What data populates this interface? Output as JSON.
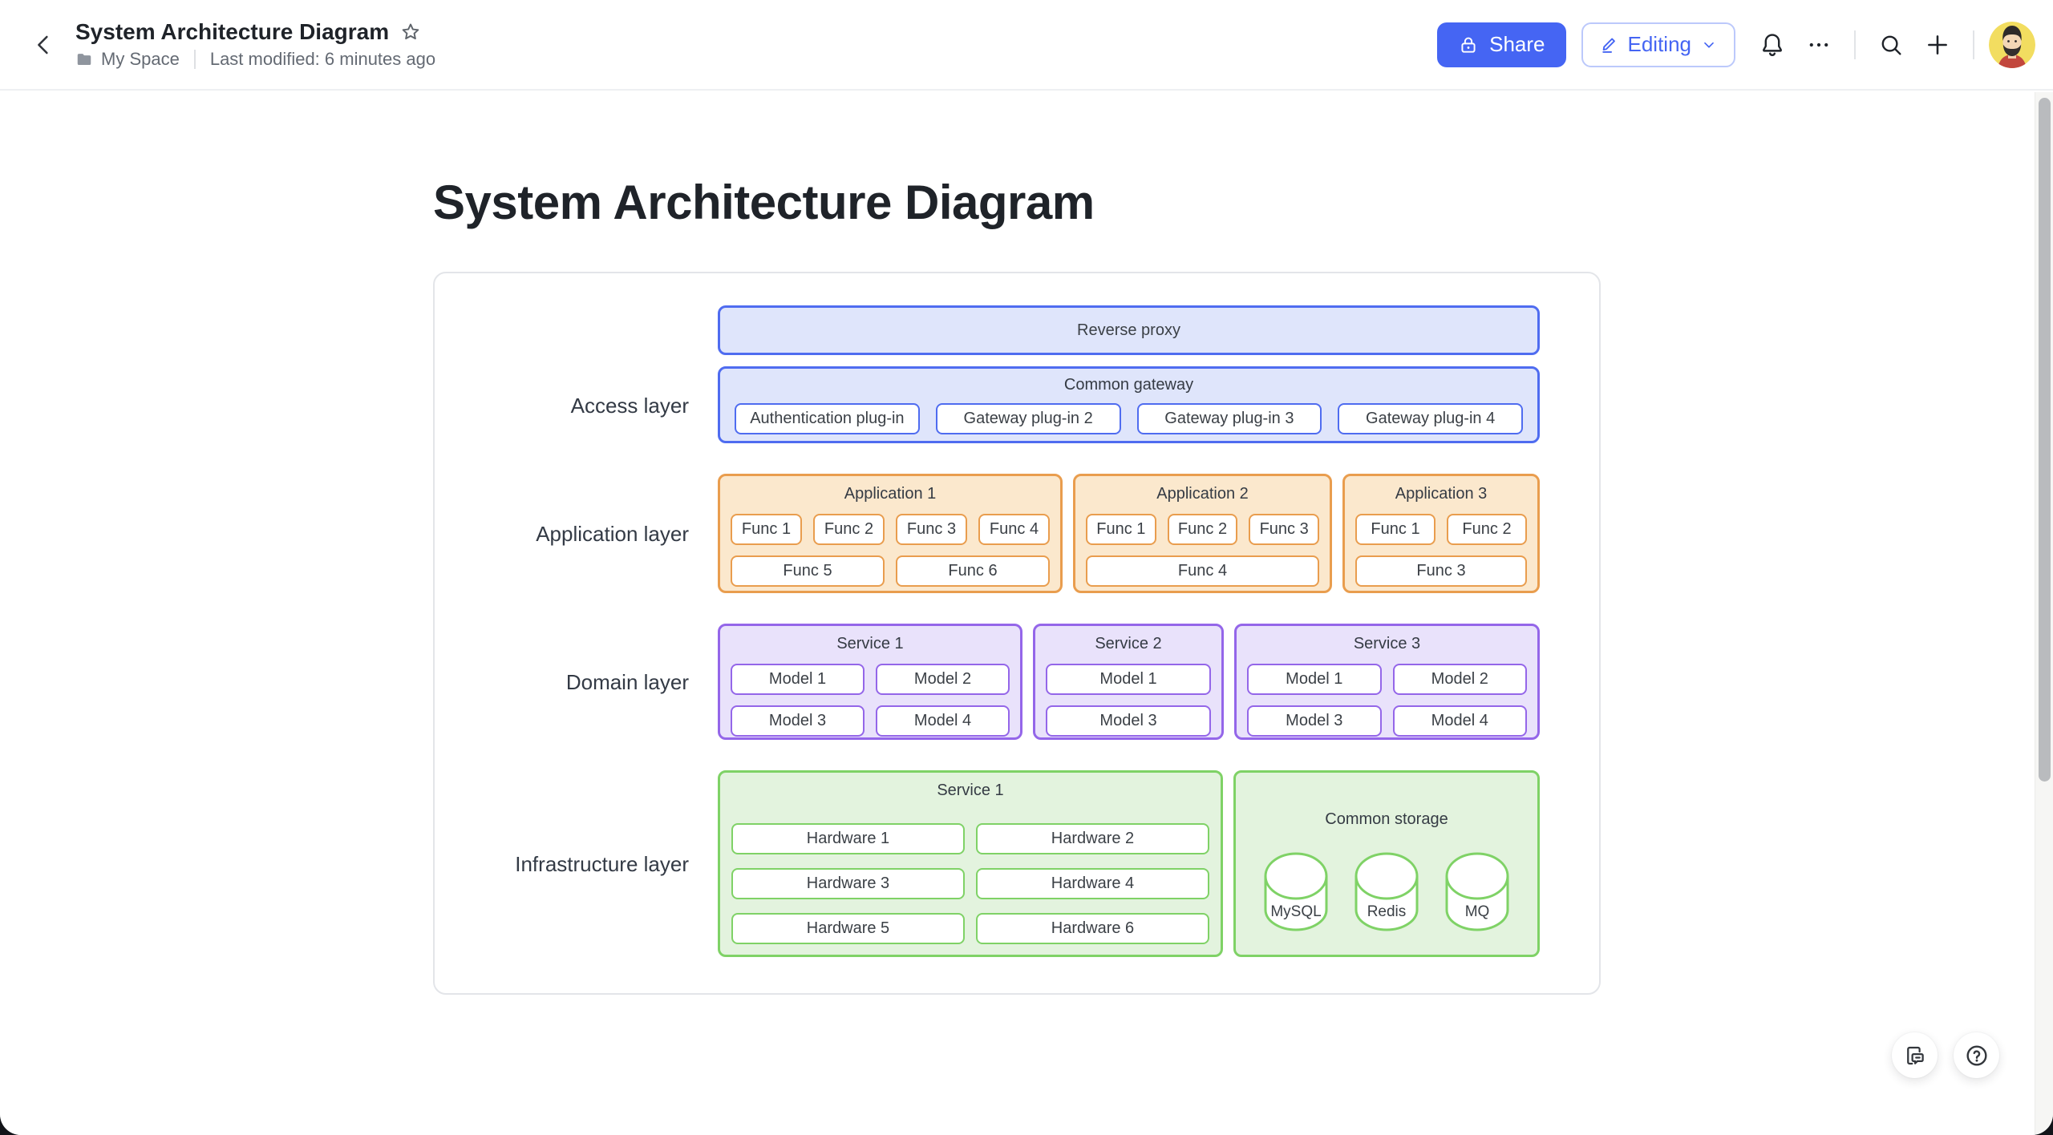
{
  "header": {
    "title": "System Architecture Diagram",
    "space": "My Space",
    "last_modified": "Last modified: 6 minutes ago",
    "share": "Share",
    "editing": "Editing"
  },
  "page": {
    "title": "System Architecture Diagram"
  },
  "diagram": {
    "access": {
      "label": "Access layer",
      "reverse_proxy": "Reverse proxy",
      "gateway_title": "Common gateway",
      "gateway_items": [
        "Authentication plug-in",
        "Gateway plug-in 2",
        "Gateway plug-in 3",
        "Gateway plug-in 4"
      ]
    },
    "application": {
      "label": "Application layer",
      "groups": [
        {
          "title": "Application 1",
          "row1": [
            "Func 1",
            "Func 2",
            "Func 3",
            "Func 4"
          ],
          "row2": [
            "Func 5",
            "Func 6"
          ]
        },
        {
          "title": "Application 2",
          "row1": [
            "Func 1",
            "Func 2",
            "Func 3"
          ],
          "row2": [
            "Func 4"
          ]
        },
        {
          "title": "Application 3",
          "row1": [
            "Func 1",
            "Func 2"
          ],
          "row2": [
            "Func 3"
          ]
        }
      ]
    },
    "domain": {
      "label": "Domain layer",
      "groups": [
        {
          "title": "Service 1",
          "row1": [
            "Model 1",
            "Model 2"
          ],
          "row2": [
            "Model 3",
            "Model 4"
          ]
        },
        {
          "title": "Service 2",
          "row1": [
            "Model 1"
          ],
          "row2": [
            "Model 3"
          ]
        },
        {
          "title": "Service 3",
          "row1": [
            "Model 1",
            "Model 2"
          ],
          "row2": [
            "Model 3",
            "Model 4"
          ]
        }
      ]
    },
    "infrastructure": {
      "label": "Infrastructure layer",
      "service": {
        "title": "Service 1",
        "items": [
          "Hardware 1",
          "Hardware 2",
          "Hardware 3",
          "Hardware 4",
          "Hardware 5",
          "Hardware 6"
        ]
      },
      "storage": {
        "title": "Common storage",
        "items": [
          "MySQL",
          "Redis",
          "MQ"
        ]
      }
    }
  },
  "colors": {
    "primary": "#4565f3",
    "blue_border": "#4f6cf0",
    "blue_fill": "#dfe5fb",
    "orange_border": "#e99d4e",
    "orange_fill": "#fbe8cd",
    "purple_border": "#9466e9",
    "purple_fill": "#e9e2fb",
    "green_border": "#7fd266",
    "green_fill": "#e3f3de",
    "avatar_bg": "#f2dd60"
  }
}
